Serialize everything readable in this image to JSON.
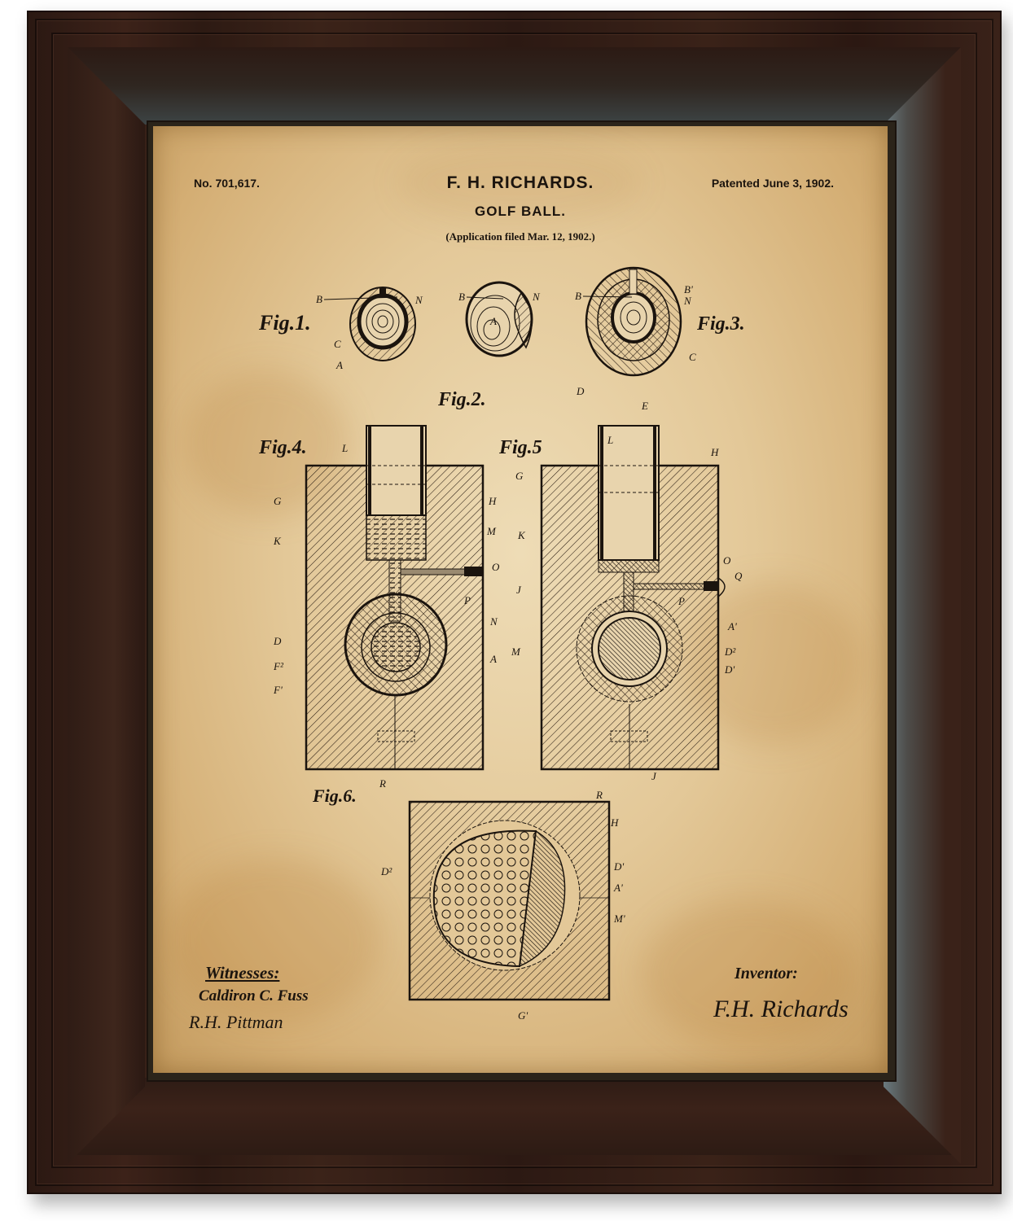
{
  "patent": {
    "number": "No. 701,617.",
    "inventor_name": "F. H. RICHARDS.",
    "title": "GOLF BALL.",
    "filed": "(Application filed Mar. 12, 1902.)",
    "patented": "Patented June 3, 1902."
  },
  "figures": [
    {
      "label": "Fig.1.",
      "parts": [
        "B",
        "N",
        "C",
        "A"
      ]
    },
    {
      "label": "Fig.2.",
      "parts": [
        "B",
        "N",
        "A"
      ]
    },
    {
      "label": "Fig.3.",
      "parts": [
        "B",
        "B'",
        "N",
        "C",
        "D",
        "E"
      ]
    },
    {
      "label": "Fig.4.",
      "parts": [
        "L",
        "J",
        "G",
        "H",
        "K",
        "M",
        "O",
        "P",
        "N",
        "D",
        "F2",
        "F'",
        "A",
        "R"
      ]
    },
    {
      "label": "Fig.5",
      "parts": [
        "L",
        "H",
        "G",
        "K",
        "J",
        "O",
        "Q",
        "P",
        "A'",
        "M",
        "D2",
        "D'",
        "J"
      ]
    },
    {
      "label": "Fig.6.",
      "parts": [
        "R",
        "H",
        "D2",
        "D'",
        "A'",
        "M'",
        "G'"
      ]
    }
  ],
  "signatures": {
    "witnesses_label": "Witnesses:",
    "witness_1": "Caldiron C. Fuss",
    "witness_2": "R.H. Pittman",
    "inventor_label": "Inventor:",
    "inventor_signature": "F.H. Richards"
  },
  "colors": {
    "paper": "#e3c898",
    "ink": "#1b140e",
    "frame_wood": "#3a2219",
    "frame_patina": "#6a7a80"
  }
}
